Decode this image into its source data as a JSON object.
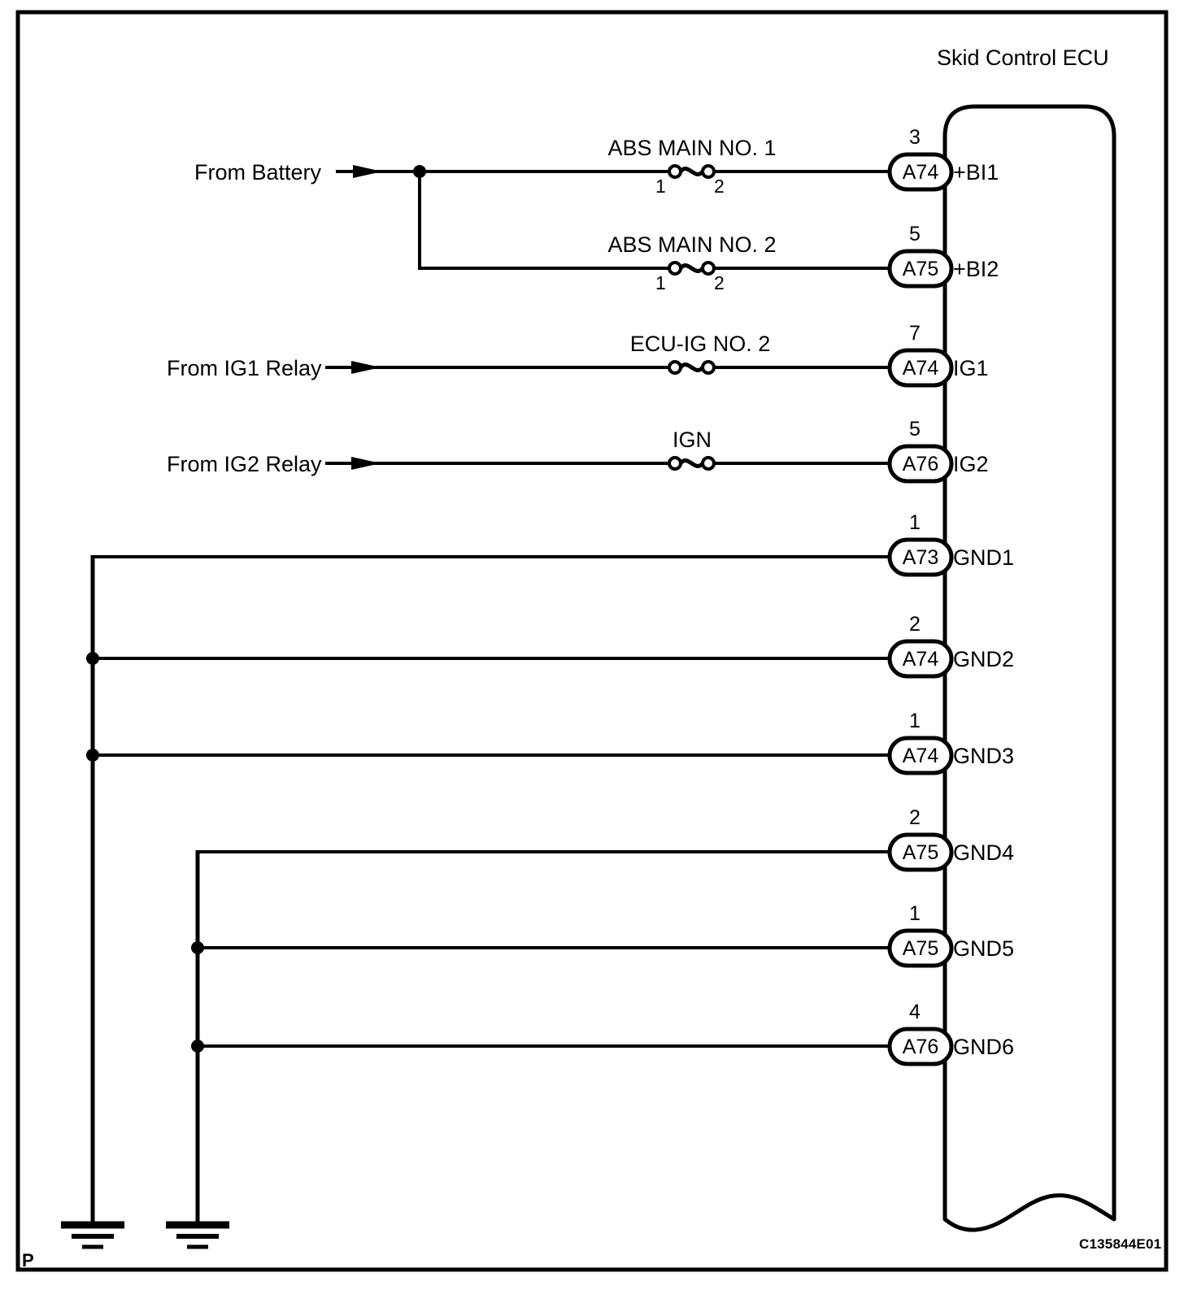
{
  "diagram": {
    "title": "Skid Control ECU",
    "corner_mark": "P",
    "reference_code": "C135844E01",
    "ink_color": "#000000",
    "background_color": "#ffffff"
  },
  "sources": [
    {
      "id": "battery",
      "label": "From Battery"
    },
    {
      "id": "ig1-relay",
      "label": "From IG1 Relay"
    },
    {
      "id": "ig2-relay",
      "label": "From IG2 Relay"
    }
  ],
  "fuses": [
    {
      "id": "abs-main-no1",
      "label": "ABS MAIN NO. 1",
      "pin_left": "1",
      "pin_right": "2"
    },
    {
      "id": "abs-main-no2",
      "label": "ABS MAIN NO. 2",
      "pin_left": "1",
      "pin_right": "2"
    },
    {
      "id": "ecu-ig-no2",
      "label": "ECU-IG NO. 2",
      "pin_left": "",
      "pin_right": ""
    },
    {
      "id": "ign",
      "label": "IGN",
      "pin_left": "",
      "pin_right": ""
    }
  ],
  "connections": [
    {
      "id": "bi1",
      "pin": "3",
      "connector": "A74",
      "terminal": "+BI1",
      "source": "From Battery",
      "fuse": "ABS MAIN NO. 1"
    },
    {
      "id": "bi2",
      "pin": "5",
      "connector": "A75",
      "terminal": "+BI2",
      "source": "From Battery",
      "fuse": "ABS MAIN NO. 2"
    },
    {
      "id": "ig1",
      "pin": "7",
      "connector": "A74",
      "terminal": "IG1",
      "source": "From IG1 Relay",
      "fuse": "ECU-IG NO. 2"
    },
    {
      "id": "ig2",
      "pin": "5",
      "connector": "A76",
      "terminal": "IG2",
      "source": "From IG2 Relay",
      "fuse": "IGN"
    },
    {
      "id": "gnd1",
      "pin": "1",
      "connector": "A73",
      "terminal": "GND1",
      "source": "Ground bus 1",
      "fuse": ""
    },
    {
      "id": "gnd2",
      "pin": "2",
      "connector": "A74",
      "terminal": "GND2",
      "source": "Ground bus 1",
      "fuse": ""
    },
    {
      "id": "gnd3",
      "pin": "1",
      "connector": "A74",
      "terminal": "GND3",
      "source": "Ground bus 1",
      "fuse": ""
    },
    {
      "id": "gnd4",
      "pin": "2",
      "connector": "A75",
      "terminal": "GND4",
      "source": "Ground bus 2",
      "fuse": ""
    },
    {
      "id": "gnd5",
      "pin": "1",
      "connector": "A75",
      "terminal": "GND5",
      "source": "Ground bus 2",
      "fuse": ""
    },
    {
      "id": "gnd6",
      "pin": "4",
      "connector": "A76",
      "terminal": "GND6",
      "source": "Ground bus 2",
      "fuse": ""
    }
  ],
  "grounds": [
    {
      "id": "ground-1",
      "symbol": "earth-ground"
    },
    {
      "id": "ground-2",
      "symbol": "earth-ground"
    }
  ]
}
